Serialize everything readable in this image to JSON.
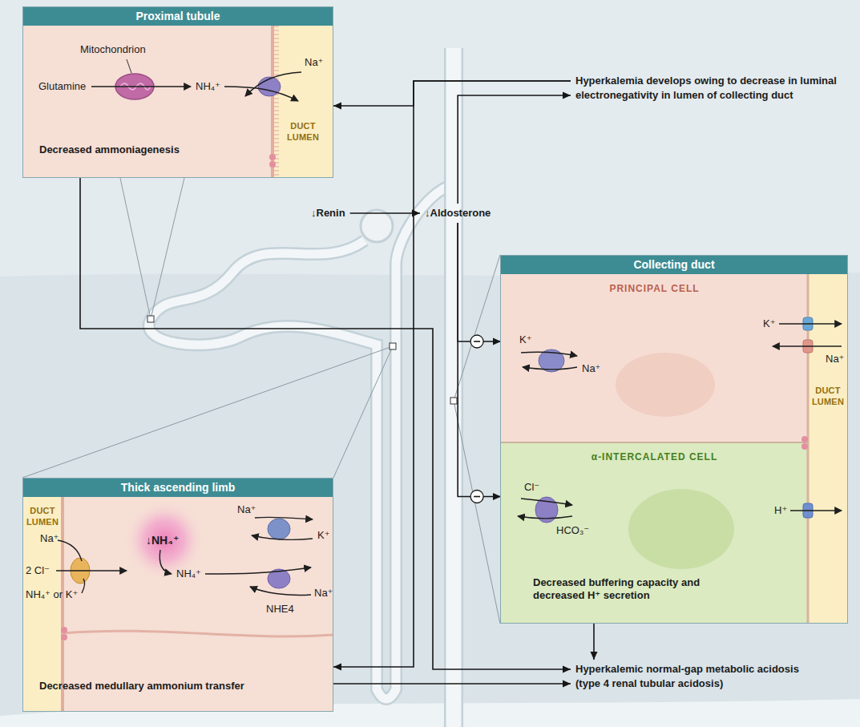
{
  "diagram": {
    "nodes": [
      {
        "text": [
          "Proximal tubule",
          "Decreased ammoniagenesis"
        ]
      },
      {
        "text": [
          "Hyperkalemia develops owing to decrease in luminal electronegativity in lumen of collecting duct"
        ]
      },
      {
        "text": [
          "↓Renin"
        ]
      },
      {
        "text": [
          "↓Aldosterone"
        ]
      },
      {
        "text": [
          "Collecting duct"
        ]
      },
      {
        "text": [
          "PRINCIPAL CELL"
        ],
        "in": 4
      },
      {
        "text": [
          "α-INTERCALATED CELL",
          "Decreased buffering capacity and decreased H⁺ secretion"
        ],
        "in": 4
      },
      {
        "text": [
          "Thick ascending limb",
          "Decreased medullary ammonium transfer"
        ]
      },
      {
        "text": [
          "Hyperkalemic normal-gap metabolic acidosis (type 4 renal tubular acidosis)"
        ]
      }
    ],
    "edges": [
      {
        "from": 1,
        "to": 0,
        "arrow": "to"
      },
      {
        "from": 1,
        "to": 7,
        "arrow": "to"
      },
      {
        "from": 2,
        "to": 3,
        "arrow": "to"
      },
      {
        "from": 3,
        "to": 1,
        "arrow": "to"
      },
      {
        "from": 3,
        "to": 5,
        "arrow": "to"
      },
      {
        "from": 3,
        "to": 6,
        "arrow": "to"
      },
      {
        "from": 0,
        "to": 8,
        "arrow": "to"
      },
      {
        "from": 7,
        "to": 8,
        "arrow": "to"
      },
      {
        "from": 6,
        "to": 8,
        "arrow": "to"
      }
    ],
    "labels": [
      "Mitochondrion",
      "Glutamine",
      "NH₄⁺",
      "Na⁺",
      "DUCT LUMEN",
      "↓NH₄⁺",
      "DUCT LUMEN",
      "Na⁺",
      "2 Cl⁻",
      "NH₄⁺ or K⁺",
      "NH₄⁺",
      "Na⁺",
      "K⁺",
      "Na⁺",
      "NHE4",
      "K⁺",
      "Na⁺",
      "K⁺",
      "Na⁺",
      "DUCT LUMEN",
      "Cl⁻",
      "HCO₃⁻",
      "H⁺"
    ]
  }
}
